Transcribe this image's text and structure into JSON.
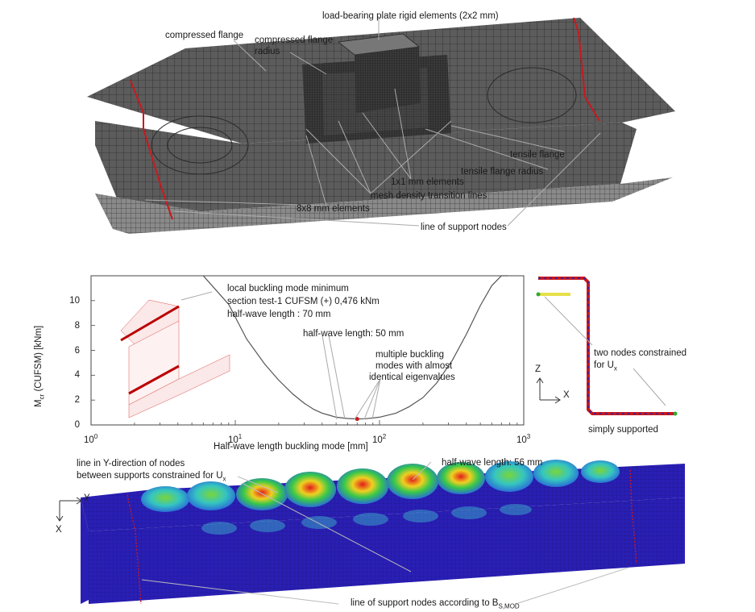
{
  "top_panel": {
    "labels": {
      "compressed_flange": "compressed flange",
      "compressed_flange_radius_1": "compressed  flange",
      "compressed_flange_radius_2": "radius",
      "load_plate": "load-bearing plate rigid elements (2x2 mm)",
      "tensile_flange": "tensile flange",
      "tensile_flange_radius": "tensile flange radius",
      "elements_1x1": "1x1 mm elements",
      "transition_lines": "mesh density transition lines",
      "elements_8x8": "8x8 mm elements",
      "support_nodes": "line of support nodes"
    }
  },
  "chart_data": {
    "type": "line",
    "xlabel": "Half-wave length buckling mode [mm]",
    "ylabel_main": "M",
    "ylabel_sub": "cr",
    "ylabel_rest": " (CUFSM)  [kNm]",
    "xscale": "log",
    "xlim": [
      1,
      1000
    ],
    "ylim": [
      0,
      12
    ],
    "x_ticks": [
      {
        "base": "10",
        "exp": "0",
        "value": 1
      },
      {
        "base": "10",
        "exp": "1",
        "value": 10
      },
      {
        "base": "10",
        "exp": "2",
        "value": 100
      },
      {
        "base": "10",
        "exp": "3",
        "value": 1000
      }
    ],
    "y_ticks": [
      "0",
      "2",
      "4",
      "6",
      "8",
      "10"
    ],
    "y_tick_values": [
      0,
      2,
      4,
      6,
      8,
      10
    ],
    "series": [
      {
        "x": [
          6,
          9,
          12,
          16,
          20,
          25,
          30,
          35,
          40,
          45,
          50,
          60,
          70,
          80,
          100,
          130,
          160,
          200,
          250,
          320,
          400,
          500,
          600,
          700,
          780
        ],
        "y": [
          12,
          9.7,
          6.9,
          4.9,
          3.6,
          2.5,
          1.75,
          1.25,
          0.95,
          0.78,
          0.62,
          0.52,
          0.48,
          0.5,
          0.62,
          0.95,
          1.45,
          2.2,
          3.4,
          5.2,
          7.3,
          9.6,
          11.2,
          12,
          12
        ]
      }
    ],
    "minimum_marker": {
      "x": 70,
      "y": 0.476
    },
    "annotations": {
      "local_min_1": "local     buckling     mode     minimum",
      "local_min_2": "section test-1 CUFSM (+) 0,476 kNm",
      "local_min_3": "half-wave length : 70 mm",
      "hw50": "half-wave length: 50 mm",
      "multi_1": "multiple buckling",
      "multi_2": "modes with almost",
      "multi_3": "identical eigenvalues"
    }
  },
  "section_panel": {
    "axis_z": "Z",
    "axis_x": "X",
    "two_nodes_1": "two   nodes   constrained",
    "two_nodes_2": "for U",
    "two_nodes_sub": "x",
    "simply_supported": "simply supported"
  },
  "bottom_panel": {
    "line_y_1": "line in Y-direction of nodes",
    "line_y_2": "between supports constrained for U",
    "line_y_sub": "x",
    "hw56": "half-wave length: 56 mm",
    "support_nodes_1": "line of support nodes according to B",
    "support_nodes_sub": "S,MOD",
    "axis_y": "Y",
    "axis_x": "X"
  },
  "colors": {
    "mesh_fill": "#5a5a5a",
    "mesh_line": "#2c2c2c",
    "support_red": "#c8191e",
    "beam_blue": "#2a1fb4",
    "curve": "#555555"
  }
}
